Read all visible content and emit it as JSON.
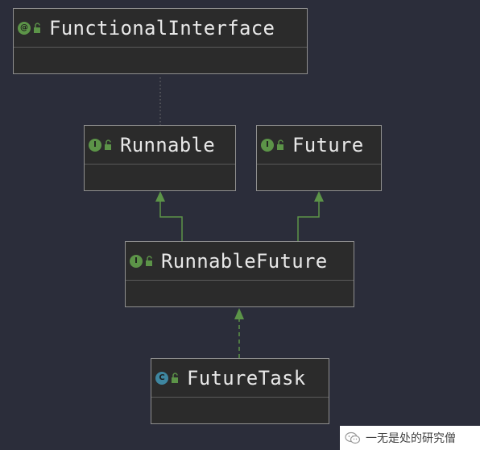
{
  "diagram": {
    "nodes": [
      {
        "id": "functional-interface",
        "label": "FunctionalInterface",
        "kind": "annotation",
        "kind_glyph": "@",
        "visibility": "public"
      },
      {
        "id": "runnable",
        "label": "Runnable",
        "kind": "interface",
        "kind_glyph": "I",
        "visibility": "public"
      },
      {
        "id": "future",
        "label": "Future",
        "kind": "interface",
        "kind_glyph": "I",
        "visibility": "public"
      },
      {
        "id": "runnable-future",
        "label": "RunnableFuture",
        "kind": "interface",
        "kind_glyph": "I",
        "visibility": "public"
      },
      {
        "id": "future-task",
        "label": "FutureTask",
        "kind": "class",
        "kind_glyph": "C",
        "visibility": "public"
      }
    ],
    "edges": [
      {
        "from": "runnable",
        "to": "functional-interface",
        "type": "annotated-by",
        "style": "dotted"
      },
      {
        "from": "runnable-future",
        "to": "runnable",
        "type": "extends",
        "style": "solid"
      },
      {
        "from": "runnable-future",
        "to": "future",
        "type": "extends",
        "style": "solid"
      },
      {
        "from": "future-task",
        "to": "runnable-future",
        "type": "implements",
        "style": "dashed"
      }
    ]
  },
  "colors": {
    "background": "#2b2d3a",
    "node_fill": "#2b2b2b",
    "node_border": "#8f8f8f",
    "arrow": "#5c9448",
    "interface_icon": "#5c9448",
    "class_icon": "#3e86a0"
  },
  "watermark": {
    "text": "一无是处的研究僧",
    "icon": "wechat-icon"
  }
}
